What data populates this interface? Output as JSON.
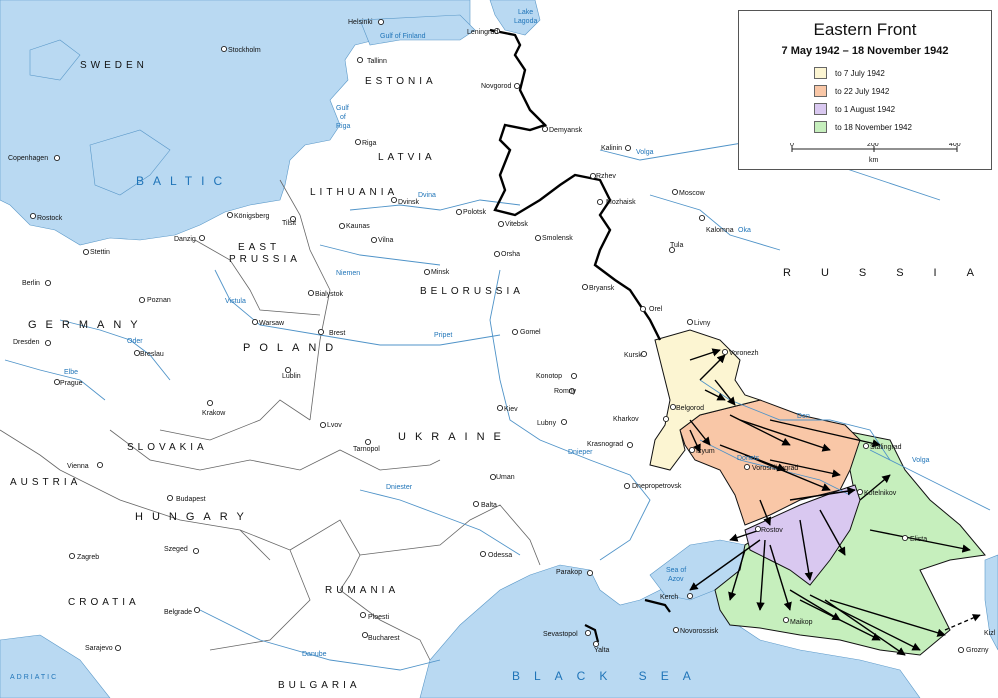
{
  "legend": {
    "title": "Eastern Front",
    "subtitle": "7 May 1942 – 18 November 1942",
    "items": [
      {
        "label": "to 7 July 1942",
        "color": "#fcf5d2"
      },
      {
        "label": "to 22 July 1942",
        "color": "#f9c7a7"
      },
      {
        "label": "to 1 August 1942",
        "color": "#d9c8f0"
      },
      {
        "label": "to 18 November 1942",
        "color": "#c6efbd"
      }
    ],
    "scale": {
      "ticks": [
        "0",
        "200",
        "400"
      ],
      "unit": "km"
    }
  },
  "regions": {
    "sweden": "SWEDEN",
    "estonia": "ESTONIA",
    "latvia": "LATVIA",
    "lithuania": "LITHUANIA",
    "east_prussia_1": "EAST",
    "east_prussia_2": "PRUSSIA",
    "germany": "GERMANY",
    "poland": "POLAND",
    "belorussia": "BELORUSSIA",
    "ukraine": "UKRAINE",
    "russia": "RUSSIA",
    "slovakia": "SLOVAKIA",
    "austria": "AUSTRIA",
    "hungary": "HUNGARY",
    "croatia": "CROATIA",
    "rumania": "RUMANIA",
    "bulgaria": "BULGARIA"
  },
  "seas": {
    "baltic": "BALTIC",
    "black_sea": "BLACK SEA",
    "adriatic": "ADRIATIC",
    "sea_of_azov_1": "Sea of",
    "sea_of_azov_2": "Azov",
    "gulf_of_finland": "Gulf of Finland",
    "gulf_of_riga_1": "Gulf",
    "gulf_of_riga_2": "of",
    "gulf_of_riga_3": "Riga",
    "lake_ladoga_1": "Lake",
    "lake_ladoga_2": "Lagoda"
  },
  "rivers": {
    "dvina": "Dvina",
    "niemen": "Niemen",
    "vistula": "Vistula",
    "oder": "Oder",
    "elbe": "Elbe",
    "pripet": "Pripet",
    "volga_north": "Volga",
    "oka": "Oka",
    "don": "Don",
    "donets": "Donets",
    "volga_south": "Volga",
    "dnieper": "Dnieper",
    "dniester": "Dniester",
    "danube": "Danube"
  },
  "cities": {
    "helsinki": "Helsinki",
    "leningrad": "Leningrad",
    "tallinn": "Tallinn",
    "stockholm": "Stockholm",
    "novgorod": "Novgorod",
    "riga": "Riga",
    "demyansk": "Demyansk",
    "copenhagen": "Copenhagen",
    "kalinin": "Kalinin",
    "rzhev": "Rzhev",
    "moscow": "Moscow",
    "mozhaisk": "Mozhaisk",
    "kalomna": "Kalomna",
    "tula": "Tula",
    "rostock": "Rostock",
    "stettin": "Stettin",
    "konigsberg": "Königsberg",
    "tilsit": "Tilsit",
    "danzig": "Danzig",
    "kaunas": "Kaunas",
    "vilna": "Vilna",
    "dvinsk": "Dvinsk",
    "polotsk": "Polotsk",
    "vitebsk": "Vitebsk",
    "smolensk": "Smolensk",
    "orsha": "Orsha",
    "minsk": "Minsk",
    "bialystok": "Bialystok",
    "bryansk": "Bryansk",
    "orel": "Orel",
    "livny": "Livny",
    "berlin": "Berlin",
    "poznan": "Poznan",
    "warsaw": "Warsaw",
    "brest": "Brest",
    "gomel": "Gomel",
    "voronezh": "Voronezh",
    "dresden": "Dresden",
    "breslau": "Breslau",
    "kursk": "Kursk",
    "prague": "Prague",
    "lublin": "Lublin",
    "konotop": "Konotop",
    "romny": "Romny",
    "belgorod": "Belgorod",
    "krakow": "Krakow",
    "kiev": "Kiev",
    "kharkov": "Kharkov",
    "lubny": "Lubny",
    "lvov": "Lvov",
    "krasnograd": "Krasnograd",
    "izyum": "Izyum",
    "stalingrad": "Stalingrad",
    "tarnopol": "Tarnopol",
    "vienna": "Vienna",
    "voroshilovgrad": "Voroshilovgrad",
    "uman": "Uman",
    "dnepropetrovsk": "Dnepropetrovsk",
    "kotelnikov": "Kotelnikov",
    "budapest": "Budapest",
    "balta": "Balta",
    "rostov": "Rostov",
    "elista": "Elista",
    "szeged": "Szeged",
    "zagreb": "Zagreb",
    "odessa": "Odessa",
    "parakop": "Parakop",
    "kerch": "Kerch",
    "ploesti": "Ploesti",
    "belgrade": "Belgrade",
    "bucharest": "Bucharest",
    "novorossisk": "Novorossisk",
    "maikop": "Maikop",
    "sarajevo": "Sarajevo",
    "sevastopol": "Sevastopol",
    "yalta": "Yalta",
    "grozny": "Grozny",
    "kizlyar": "Kizl"
  }
}
